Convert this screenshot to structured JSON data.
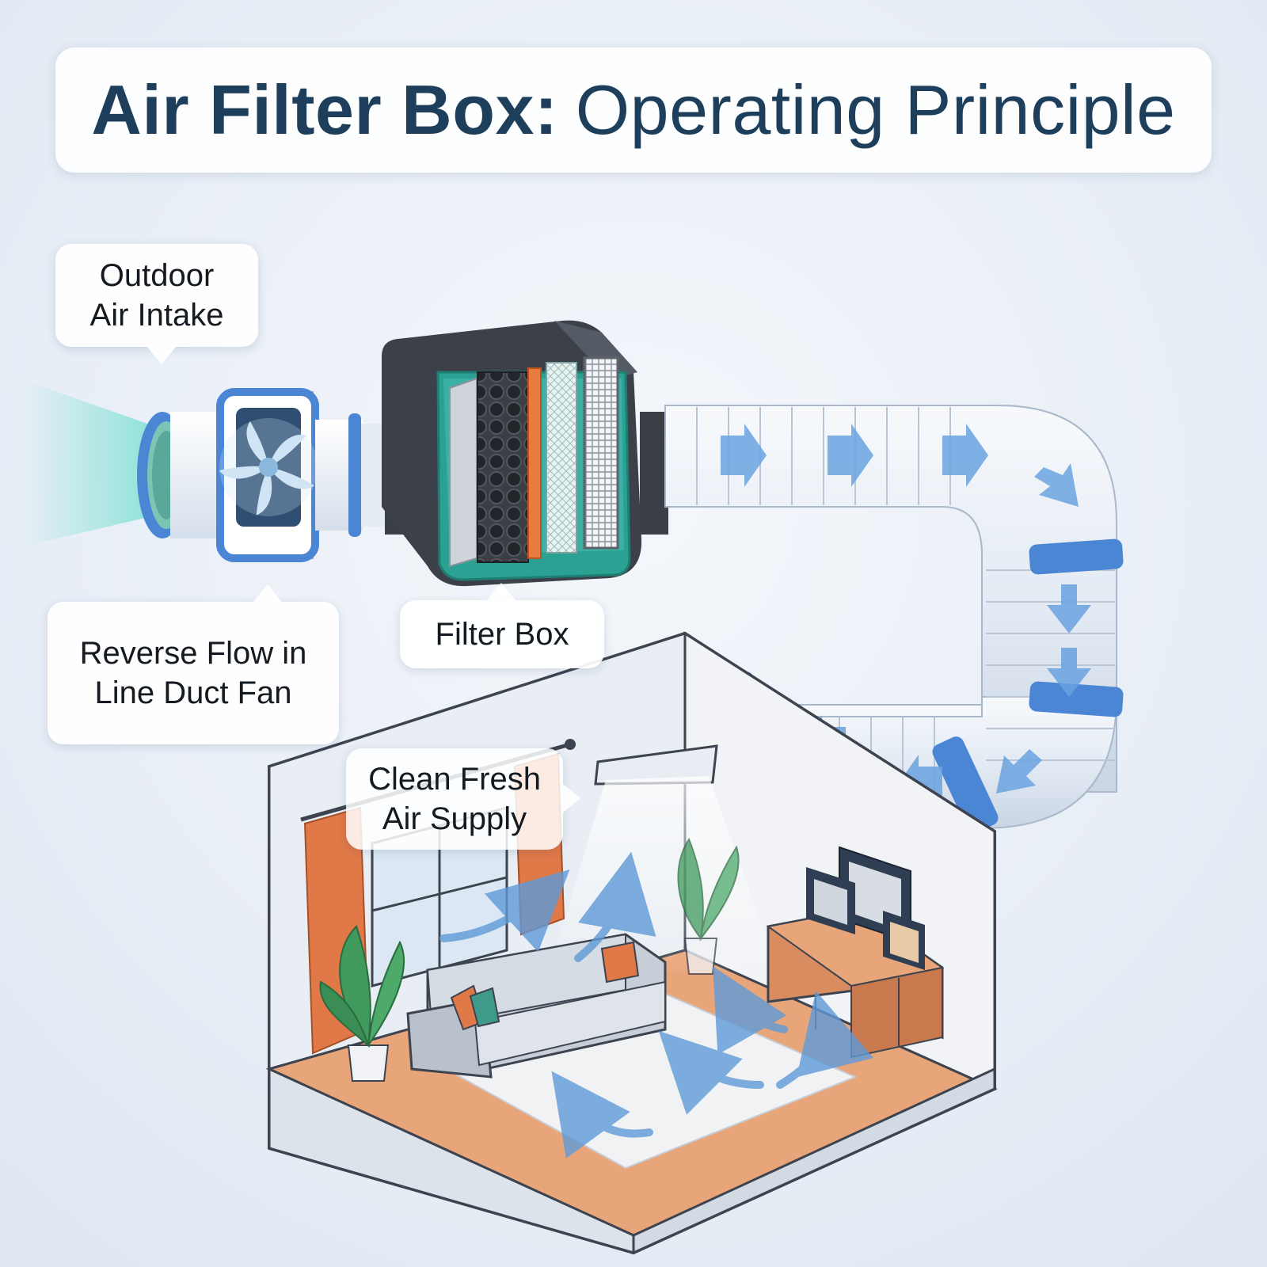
{
  "title": {
    "bold": "Air Filter Box:",
    "light": "Operating Principle"
  },
  "callouts": {
    "outdoor_intake": {
      "line1": "Outdoor",
      "line2": "Air Intake"
    },
    "duct_fan": {
      "line1": "Reverse Flow in",
      "line2": "Line Duct Fan"
    },
    "filter_box": {
      "line1": "Filter Box"
    },
    "clean_air": {
      "line1": "Clean Fresh",
      "line2": "Air Supply"
    }
  },
  "colors": {
    "title_text": "#1d3f5c",
    "duct_blue": "#4a86d4",
    "airflow_blue": "#6aa3e0",
    "filter_teal": "#2fa39a",
    "floor_orange": "#e9a57a",
    "curtain_orange": "#e07848"
  }
}
